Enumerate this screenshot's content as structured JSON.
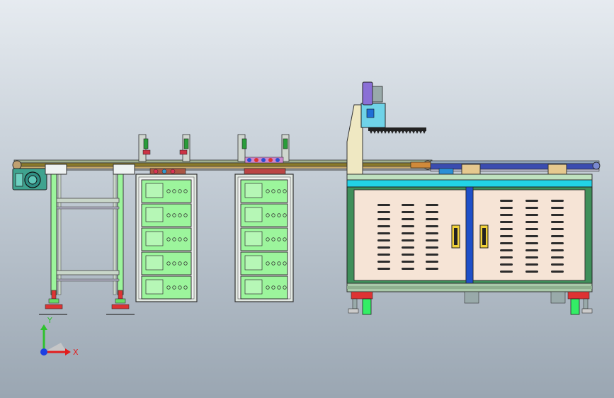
{
  "view": {
    "axis_x_label": "X",
    "axis_y_label": "Y"
  },
  "colors": {
    "background_top": "#e6ebf0",
    "background_bottom": "#9aa6b2",
    "frame_green": "#9cf59c",
    "cabinet_peach": "#f6e4d6",
    "cabinet_frame": "#3f8f5a",
    "top_rail_cyan": "#22d3e6",
    "door_divider_blue": "#1e4fc8",
    "conveyor_olive": "#8a7a2a",
    "motor_teal": "#2f8f84",
    "axis_x_red": "#e21d1d",
    "axis_y_green": "#2ec22e",
    "axis_z_blue": "#1d3fe2"
  },
  "components": {
    "left_drive_motor": "motor-icon",
    "buffer_rack_count": 2,
    "drawers_per_rack": 5,
    "cabinet_doors": 2
  }
}
